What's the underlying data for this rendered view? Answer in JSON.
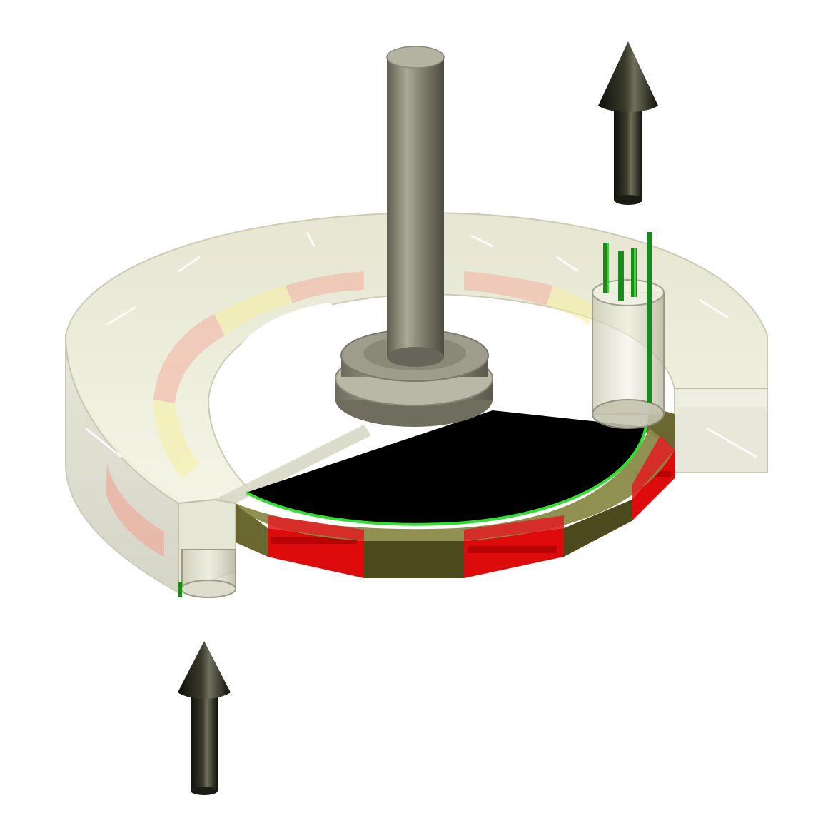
{
  "figure": {
    "kind": "3d-mechanical-illustration",
    "labels": [],
    "components": [
      "central-shaft",
      "shaft-hub",
      "transparent-housing-ring",
      "rotor-disc",
      "magnet-segment-ring",
      "rotation-direction-arrow",
      "inlet-port-tube",
      "outlet-port-tube",
      "inlet-flow-arrow",
      "outlet-flow-arrow"
    ]
  },
  "colors": {
    "housing_fill": "#eeeed8",
    "housing_edge": "#c8c8b0",
    "shaft": "#7c7a6a",
    "shaft_light": "#aaa896",
    "shaft_dark": "#55544a",
    "disc": "#000000",
    "segment_red": "#dd0b0b",
    "segment_red_dark": "#a50000",
    "segment_olive": "#4c4a1c",
    "segment_olive_light": "#8a8a48",
    "glow_green": "#33dd33",
    "pin_green": "#1a8a1a",
    "arrow": "#1b1c14",
    "arrow_light": "#6b6c5a",
    "rotation_arrow": "#ffffff"
  }
}
